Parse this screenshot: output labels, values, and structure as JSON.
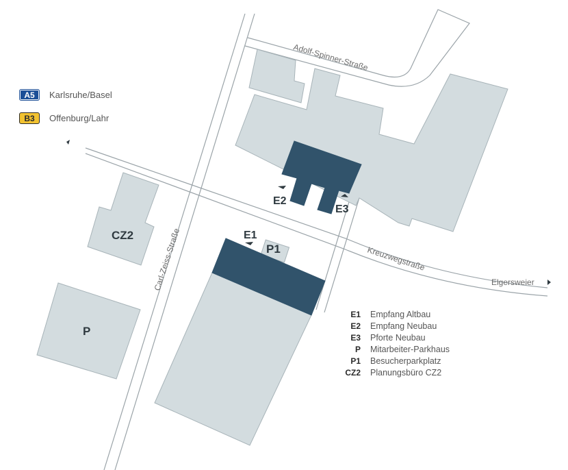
{
  "routes": [
    {
      "badge": "A5",
      "destination": "Karlsruhe/Basel",
      "color": "#1c4f97"
    },
    {
      "badge": "B3",
      "destination": "Offenburg/Lahr",
      "color": "#f2c230"
    }
  ],
  "streets": {
    "adolf": "Adolf-Spinner-Straße",
    "kreuzweg": "Kreuzwegstraße",
    "carl": "Carl-Zeiss-Straße",
    "elgersweier": "Elgersweier"
  },
  "labels": {
    "cz2": "CZ2",
    "p": "P",
    "p1": "P1",
    "e1": "E1",
    "e2": "E2",
    "e3": "E3"
  },
  "legend": [
    {
      "code": "E1",
      "text": "Empfang Altbau"
    },
    {
      "code": "E2",
      "text": "Empfang Neubau"
    },
    {
      "code": "E3",
      "text": "Pforte Neubau"
    },
    {
      "code": "P",
      "text": "Mitarbeiter-Parkhaus"
    },
    {
      "code": "P1",
      "text": "Besucherparkplatz"
    },
    {
      "code": "CZ2",
      "text": "Planungsbüro CZ2"
    }
  ],
  "colors": {
    "building_light": "#d3dcdf",
    "building_dark": "#31536b",
    "road": "#9aa3a8"
  }
}
